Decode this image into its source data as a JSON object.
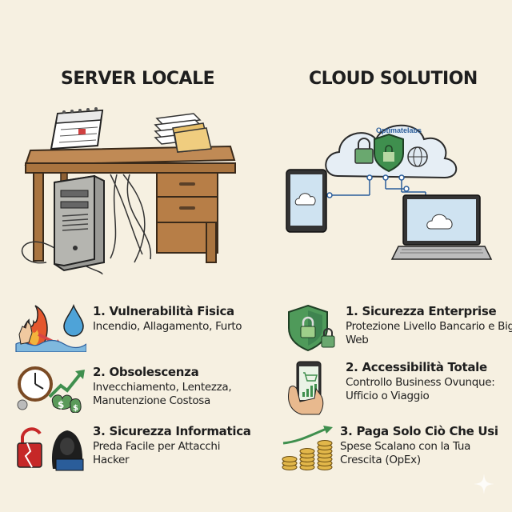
{
  "columns": {
    "left": {
      "title": "SERVER LOCALE",
      "items": [
        {
          "title": "1. Vulnerabilità Fisica",
          "desc": "Incendio, Allagamento, Furto"
        },
        {
          "title": "2. Obsolescenza",
          "desc": "Invecchiamento, Lentezza, Manutenzione Costosa"
        },
        {
          "title": "3. Sicurezza Informatica",
          "desc": "Preda Facile per Attacchi Hacker"
        }
      ]
    },
    "right": {
      "title": "CLOUD SOLUTION",
      "brand": "Optimatelabs",
      "items": [
        {
          "title": "1. Sicurezza Enterprise",
          "desc": "Protezione Livello Bancario e Big Web"
        },
        {
          "title": "2. Accessibilità Totale",
          "desc": "Controllo Business Ovunque: Ufficio o Viaggio"
        },
        {
          "title": "3. Paga Solo Ciò Che Usi",
          "desc": "Spese Scalano con la Tua Crescita (OpEx)"
        }
      ]
    }
  },
  "colors": {
    "background": "#f6f0e1",
    "wood": "#b8834f",
    "shield": "#3f8f4e",
    "cloud": "#eaf2f8",
    "danger": "#c62828"
  },
  "icons": [
    "calendar-icon",
    "folder-icon",
    "server-tower-icon",
    "cloud-icon",
    "tablet-icon",
    "laptop-icon",
    "fire-water-icon",
    "clock-money-icon",
    "broken-lock-hacker-icon",
    "shield-lock-icon",
    "smartphone-cart-icon",
    "coins-growth-icon",
    "sparkle-icon"
  ]
}
